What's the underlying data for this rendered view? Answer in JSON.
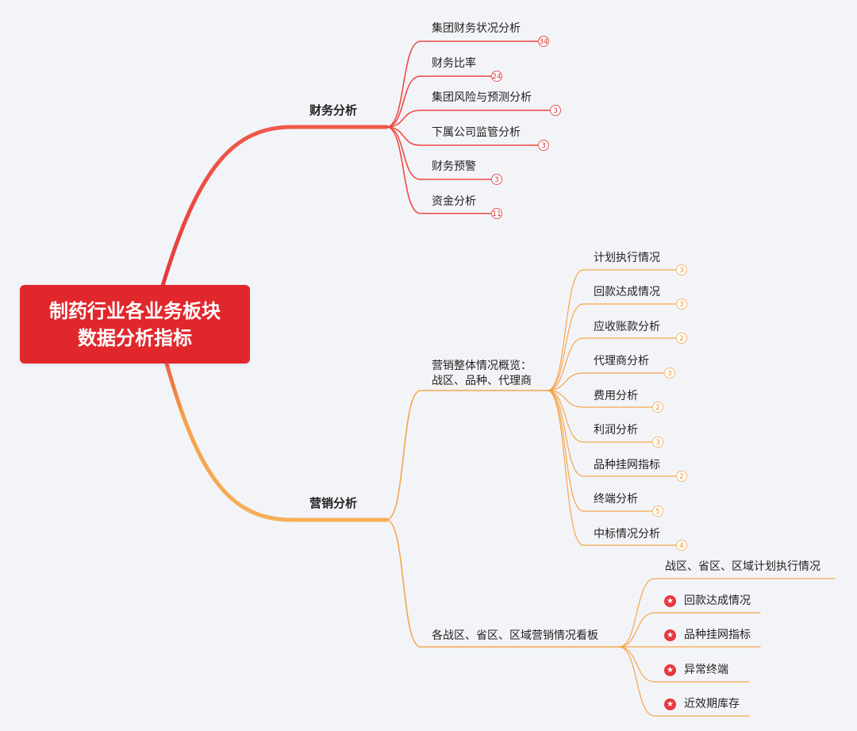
{
  "root": {
    "line1": "制药行业各业务板块",
    "line2": "数据分析指标"
  },
  "branches": {
    "finance": {
      "label": "财务分析",
      "items": [
        {
          "label": "集团财务状况分析",
          "count": "34"
        },
        {
          "label": "财务比率",
          "count": "24"
        },
        {
          "label": "集团风险与预测分析",
          "count": "3"
        },
        {
          "label": "下属公司监管分析",
          "count": "3"
        },
        {
          "label": "财务预警",
          "count": "3"
        },
        {
          "label": "资金分析",
          "count": "11"
        }
      ]
    },
    "marketing": {
      "label": "营销分析",
      "overview": {
        "line1": "营销整体情况概览：",
        "line2": "战区、品种、代理商",
        "items": [
          {
            "label": "计划执行情况",
            "count": "3"
          },
          {
            "label": "回款达成情况",
            "count": "3"
          },
          {
            "label": "应收账款分析",
            "count": "2"
          },
          {
            "label": "代理商分析",
            "count": "3"
          },
          {
            "label": "费用分析",
            "count": "2"
          },
          {
            "label": "利润分析",
            "count": "3"
          },
          {
            "label": "品种挂网指标",
            "count": "2"
          },
          {
            "label": "终端分析",
            "count": "5"
          },
          {
            "label": "中标情况分析",
            "count": "4"
          }
        ]
      },
      "dashboard": {
        "label": "各战区、省区、区域营销情况看板",
        "items": [
          {
            "label": "战区、省区、区域计划执行情况",
            "starred": false
          },
          {
            "label": "回款达成情况",
            "starred": true
          },
          {
            "label": "品种挂网指标",
            "starred": true
          },
          {
            "label": "异常终端",
            "starred": true
          },
          {
            "label": "近效期库存",
            "starred": true
          }
        ]
      }
    }
  },
  "colors": {
    "root": "#e0282c",
    "finance": "#ee4a44",
    "marketing": "#f5a64a",
    "star": "#e8383d"
  },
  "icons": {
    "star": "star-icon"
  }
}
